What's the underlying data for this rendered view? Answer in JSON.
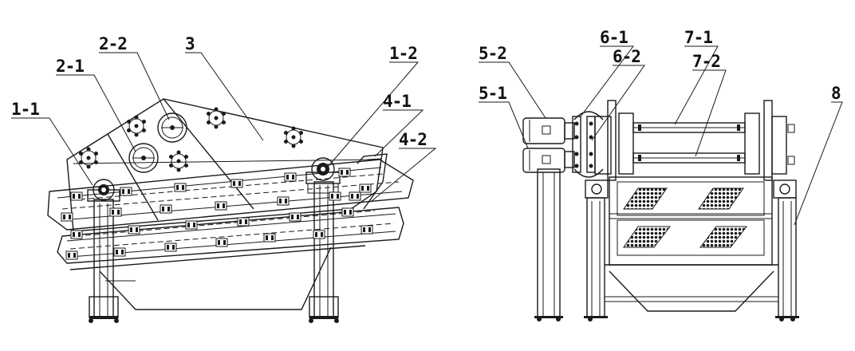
{
  "labels": {
    "l_1_1": "1-1",
    "l_1_2": "1-2",
    "l_2_1": "2-1",
    "l_2_2": "2-2",
    "l_3": "3",
    "l_4_1": "4-1",
    "l_4_2": "4-2",
    "l_5_1": "5-1",
    "l_5_2": "5-2",
    "l_6_1": "6-1",
    "l_6_2": "6-2",
    "l_7_1": "7-1",
    "l_7_2": "7-2",
    "l_8": "8"
  }
}
